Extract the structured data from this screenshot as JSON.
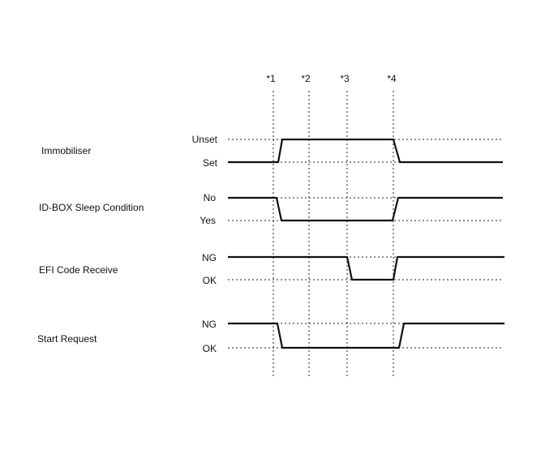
{
  "markers": [
    "*1",
    "*2",
    "*3",
    "*4"
  ],
  "signals": [
    {
      "name": "Immobiliser",
      "high_state": "Unset",
      "low_state": "Set"
    },
    {
      "name": "ID-BOX Sleep Condition",
      "high_state": "No",
      "low_state": "Yes"
    },
    {
      "name": "EFI Code Receive",
      "high_state": "NG",
      "low_state": "OK"
    },
    {
      "name": "Start Request",
      "high_state": "NG",
      "low_state": "OK"
    }
  ]
}
